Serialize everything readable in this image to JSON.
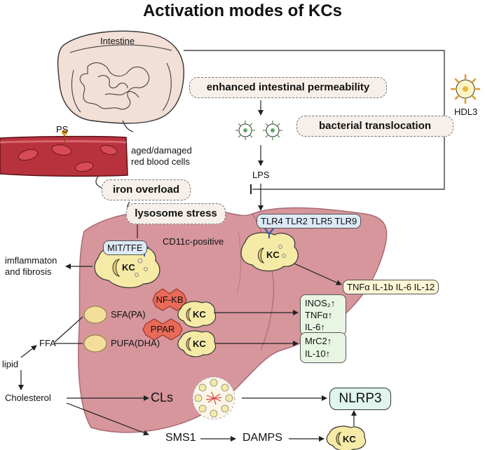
{
  "title": "Activation modes of KCs",
  "labels": {
    "intestine": "Intestine",
    "ps": "PS",
    "rbc_line1": "aged/damaged",
    "rbc_line2": "red blood cells",
    "hdl3": "HDL3",
    "lps": "LPS",
    "cd11c": "CD11c-positive",
    "inflammation_line1": "imflammaton",
    "inflammation_line2": "and fibrosis",
    "sfa": "SFA(PA)",
    "pufa": "PUFA(DHA)",
    "ffa": "FFA",
    "lipid": "lipid",
    "cholesterol": "Cholesterol",
    "cls": "CLs",
    "sms1": "SMS1",
    "damps": "DAMPS"
  },
  "boxes": {
    "permeability": "enhanced intestinal permeability",
    "bacterial": "bacterial translocation",
    "iron": "iron overload",
    "lysosome": "lysosome stress",
    "mit_tfe": "MIT/TFE",
    "tlrs": "TLR4 TLR2 TLR5 TLR9",
    "cytokines": "TNFα IL-1b IL-6 IL-12",
    "nlrp3": "NLRP3"
  },
  "stars": {
    "nfkb": "NF-KB",
    "ppar": "PPAR"
  },
  "kc": {
    "label": "KC"
  },
  "outputs": {
    "m1": [
      "INOS₂↑",
      "TNFα↑",
      "IL-6↑"
    ],
    "m2": [
      "MrC2↑",
      "IL-10↑"
    ]
  },
  "colors": {
    "liver": "#d4949b",
    "liver_dark": "#b87880",
    "kc_fill": "#f6eaa7",
    "intestine": "#f0dcd2",
    "vessel": "#b8323e",
    "star": "#e86a58",
    "nlrp3_fill": "#dff5ee"
  }
}
